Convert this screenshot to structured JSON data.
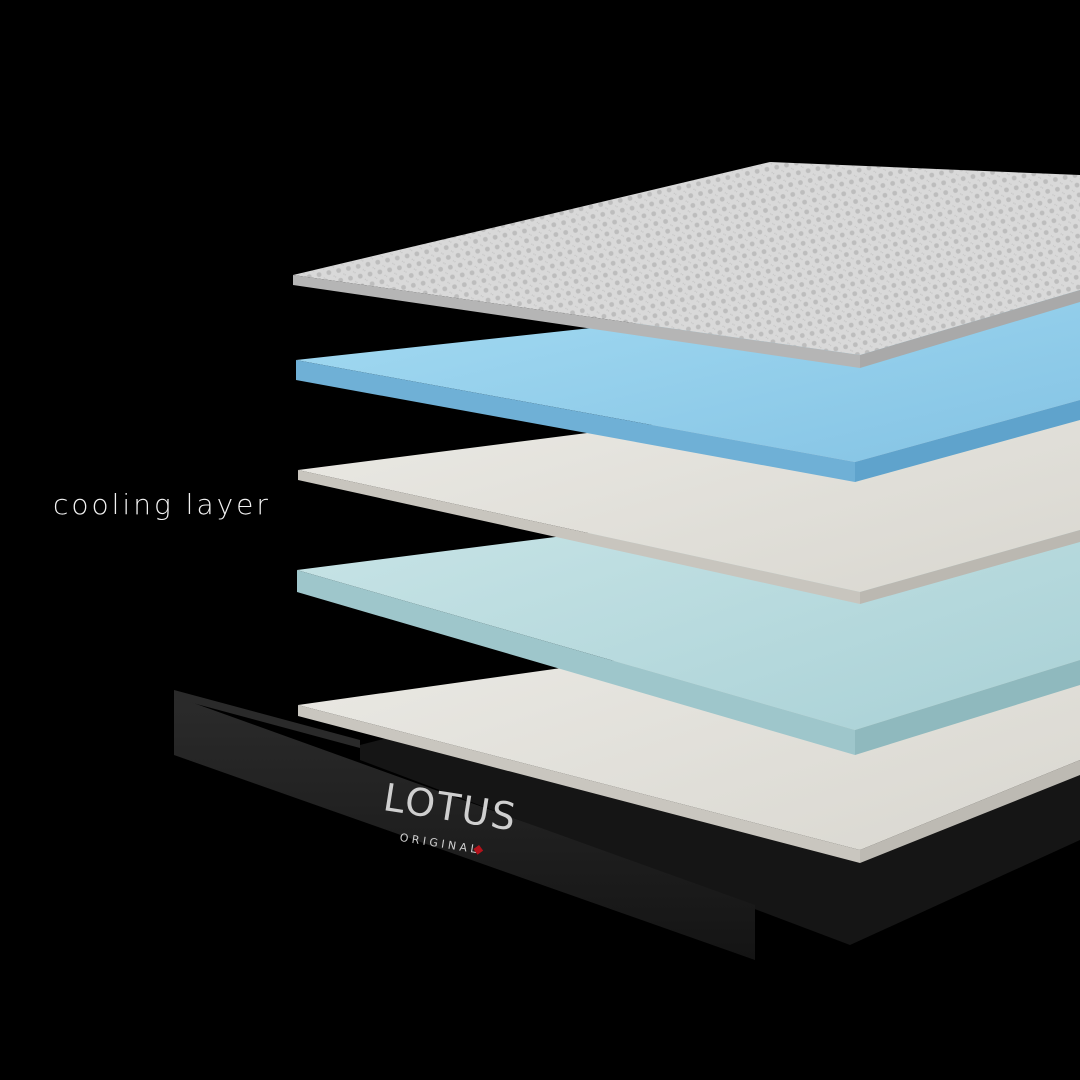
{
  "label": {
    "text": "cooling layer"
  },
  "brand": {
    "name": "LOTUS",
    "model": "ORIGINAL"
  },
  "colors": {
    "background": "#000000",
    "cover_knit": "#d8d8d8",
    "cooling_foam": "#a8d9ef",
    "comfort_foam": "#e6e4de",
    "support_foam": "#bcdde0",
    "base_foam": "#e9e7e1",
    "base_band": "#1f1f1f",
    "logo_accent": "#b3121b"
  }
}
